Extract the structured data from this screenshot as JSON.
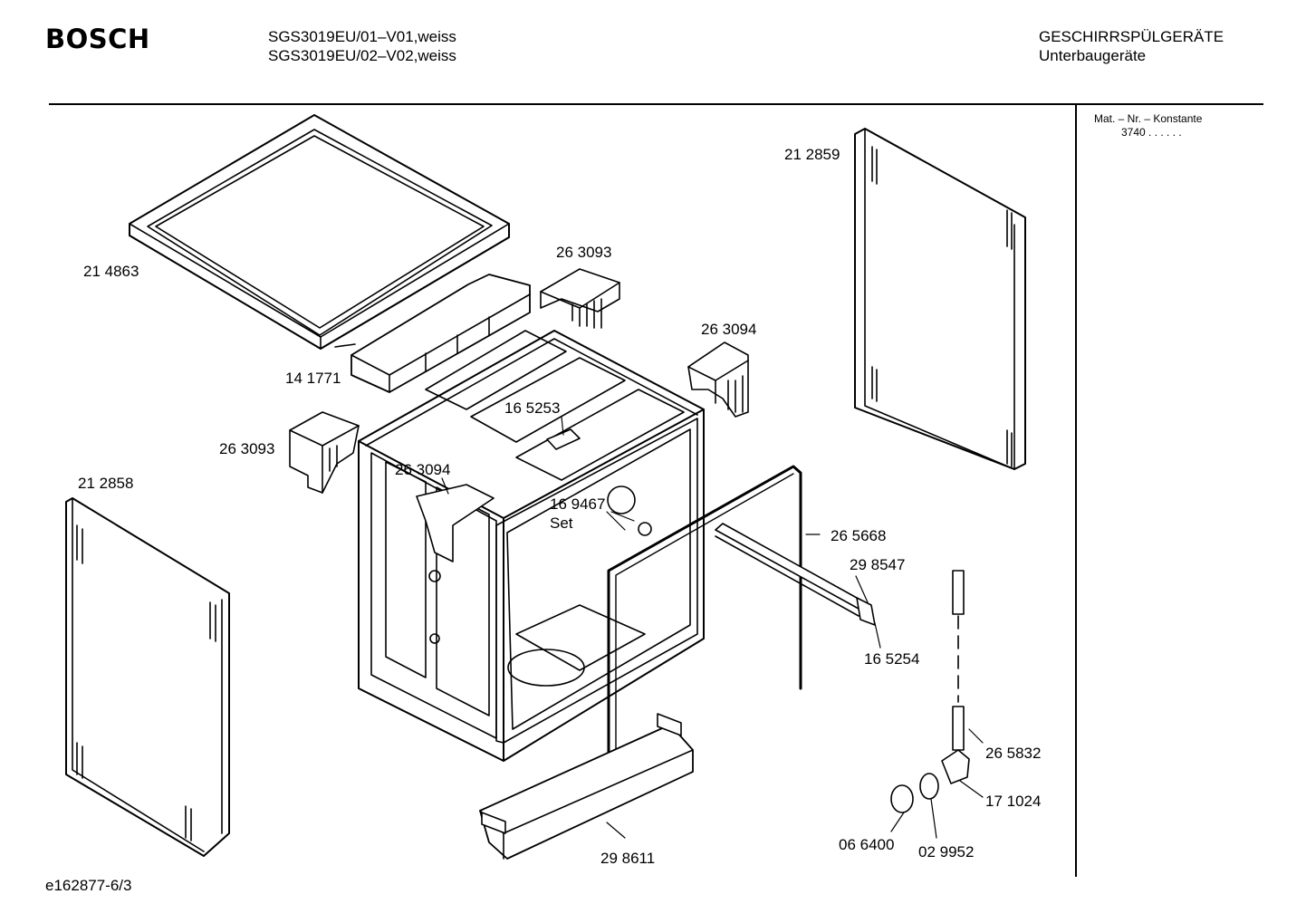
{
  "header": {
    "brand": "BOSCH",
    "model_line_1": "SGS3019EU/01–V01,weiss",
    "model_line_2": "SGS3019EU/02–V02,weiss",
    "category_line_1": "GESCHIRRSPÜLGERÄTE",
    "category_line_2": "Unterbaugeräte"
  },
  "sidebar": {
    "mat_nr_label": "Mat. – Nr. – Konstante",
    "mat_nr_value": "3740  .  .  .  .  .  ."
  },
  "parts": {
    "top_cover": "21 4863",
    "right_side_panel": "21 2859",
    "upper_hinge_clip_right": "26 3093",
    "guide_bracket_right": "26 3094",
    "cover_support": "14 1771",
    "upper_hinge_clip_left": "26 3093",
    "roof_clip": "16 5253",
    "left_side_panel": "21 2858",
    "guide_bracket_left": "26 3094",
    "fixing_set": "16 9467",
    "fixing_set_note": "Set",
    "door_seal": "26 5668",
    "tube": "29 8547",
    "end_cap": "16 5254",
    "hose": "26 5832",
    "connector": "17 1024",
    "base_plinth": "29 8611",
    "nut": "06 6400",
    "seal_ring": "02 9952"
  },
  "footer": {
    "drawing_id": "e162877-6/3"
  }
}
